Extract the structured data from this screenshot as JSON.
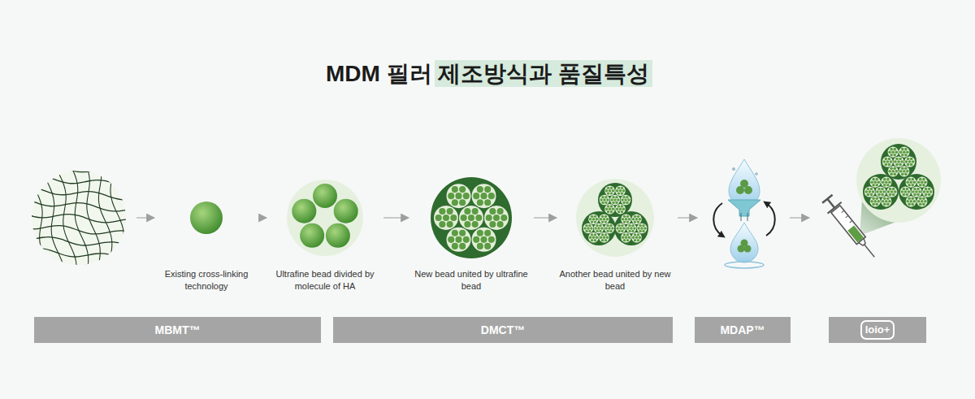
{
  "diagram": {
    "title": "MDM 필러 제조방식과 품질특성",
    "nodes": [
      {
        "text": [
          "Existing cross-linking technology"
        ]
      },
      {
        "text": [
          "Ultrafine bead divided by molecule of HA"
        ]
      },
      {
        "text": [
          "New bead united by ultrafine bead"
        ]
      },
      {
        "text": [
          "Another bead united by new bead"
        ]
      },
      {
        "text": [
          "MBMT™"
        ]
      },
      {
        "text": [
          "DMCT™"
        ]
      },
      {
        "text": [
          "MDAP™"
        ]
      },
      {
        "text": [
          "loio+"
        ]
      }
    ],
    "edges": [
      {
        "from": 0,
        "to": 1,
        "arrow": "to"
      },
      {
        "from": 1,
        "to": 2,
        "arrow": "to"
      },
      {
        "from": 2,
        "to": 3,
        "arrow": "to"
      }
    ]
  }
}
